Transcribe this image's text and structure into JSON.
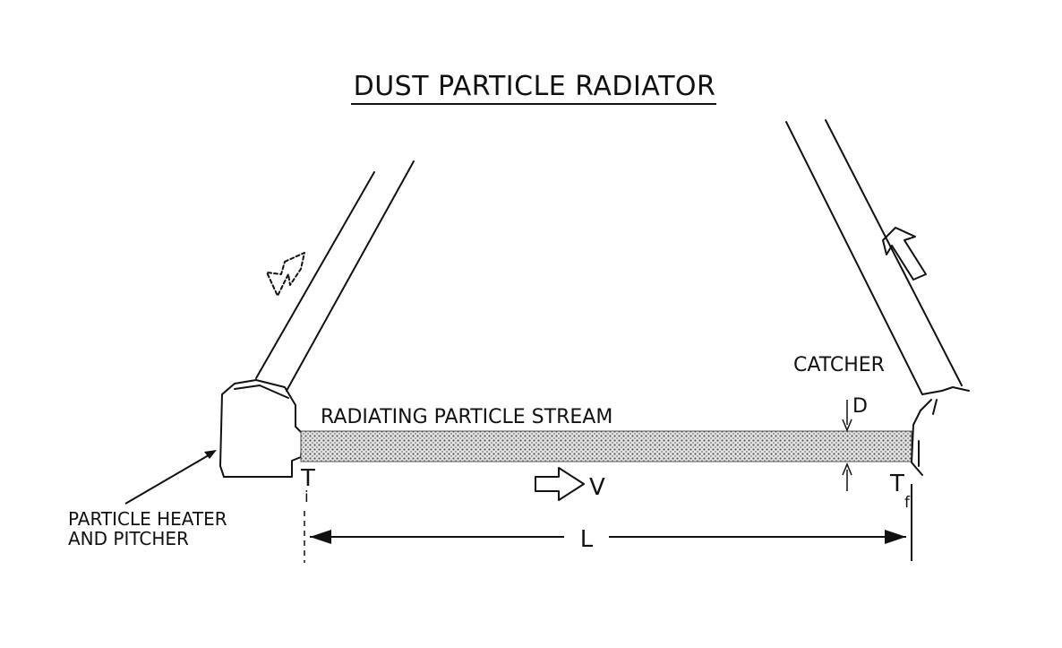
{
  "title": "DUST PARTICLE RADIATOR",
  "labels": {
    "stream": "RADIATING PARTICLE STREAM",
    "catcher": "CATCHER",
    "heater_line1": "PARTICLE HEATER",
    "heater_line2": "AND PITCHER",
    "velocity": "V",
    "length": "L",
    "diameter": "D",
    "temp_initial_symbol": "T",
    "temp_initial_sub": "i",
    "temp_final_symbol": "T",
    "temp_final_sub": "f"
  },
  "colors": {
    "ink": "#111111",
    "stream_fill": "#cfcfcf"
  }
}
